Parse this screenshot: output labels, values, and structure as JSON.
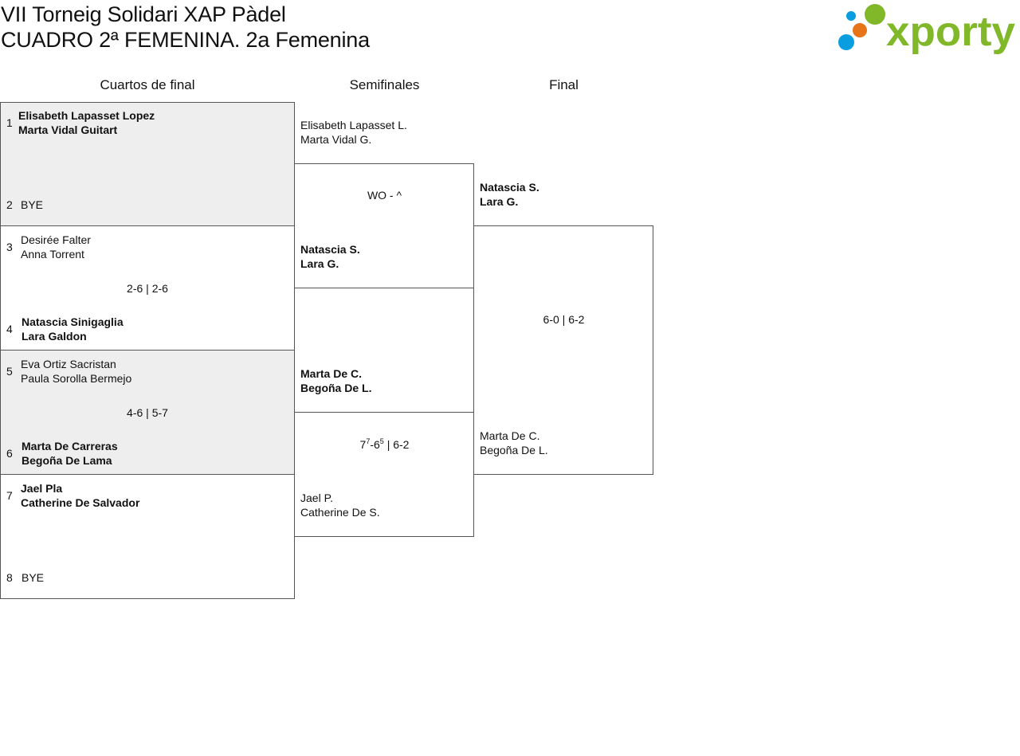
{
  "header": {
    "title_line1": "VII Torneig Solidari XAP Pàdel",
    "title_line2": "CUADRO 2ª FEMENINA. 2a Femenina",
    "logo_text": "xporty",
    "logo_colors": {
      "blue": "#0a9ee0",
      "orange": "#e8741a",
      "green": "#80b82a"
    }
  },
  "rounds": {
    "quarterfinals": "Cuartos de final",
    "semifinals": "Semifinales",
    "final": "Final"
  },
  "quarterfinals": [
    {
      "top": {
        "seed": "1",
        "p1": "Elisabeth Lapasset Lopez",
        "p2": "Marta Vidal Guitart"
      },
      "bottom": {
        "seed": "2",
        "p1": "BYE",
        "p2": ""
      },
      "score": ""
    },
    {
      "top": {
        "seed": "3",
        "p1": "Desirée Falter",
        "p2": "Anna Torrent"
      },
      "bottom": {
        "seed": "4",
        "p1": "Natascia Sinigaglia",
        "p2": "Lara Galdon"
      },
      "score": "2-6 | 2-6"
    },
    {
      "top": {
        "seed": "5",
        "p1": "Eva Ortiz Sacristan",
        "p2": "Paula Sorolla Bermejo"
      },
      "bottom": {
        "seed": "6",
        "p1": "Marta De Carreras",
        "p2": "Begoña De Lama"
      },
      "score": "4-6 | 5-7"
    },
    {
      "top": {
        "seed": "7",
        "p1": "Jael Pla",
        "p2": "Catherine De Salvador"
      },
      "bottom": {
        "seed": "8",
        "p1": "BYE",
        "p2": ""
      },
      "score": ""
    }
  ],
  "semifinals": [
    {
      "top": {
        "p1": "Elisabeth Lapasset L.",
        "p2": "Marta Vidal G."
      },
      "bottom": {
        "p1": "Natascia S.",
        "p2": "Lara G."
      },
      "score": "WO - ^"
    },
    {
      "top": {
        "p1": "Marta De C.",
        "p2": "Begoña De L."
      },
      "bottom": {
        "p1": "Jael P.",
        "p2": "Catherine De S."
      },
      "score_parts": {
        "g1": "7",
        "tb1": "7",
        "g2": "6",
        "tb2": "5",
        "rest": " | 6-2"
      }
    }
  ],
  "final": {
    "top": {
      "p1": "Natascia S.",
      "p2": "Lara G."
    },
    "bottom": {
      "p1": "Marta De C.",
      "p2": "Begoña De L."
    },
    "score": "6-0 | 6-2"
  }
}
